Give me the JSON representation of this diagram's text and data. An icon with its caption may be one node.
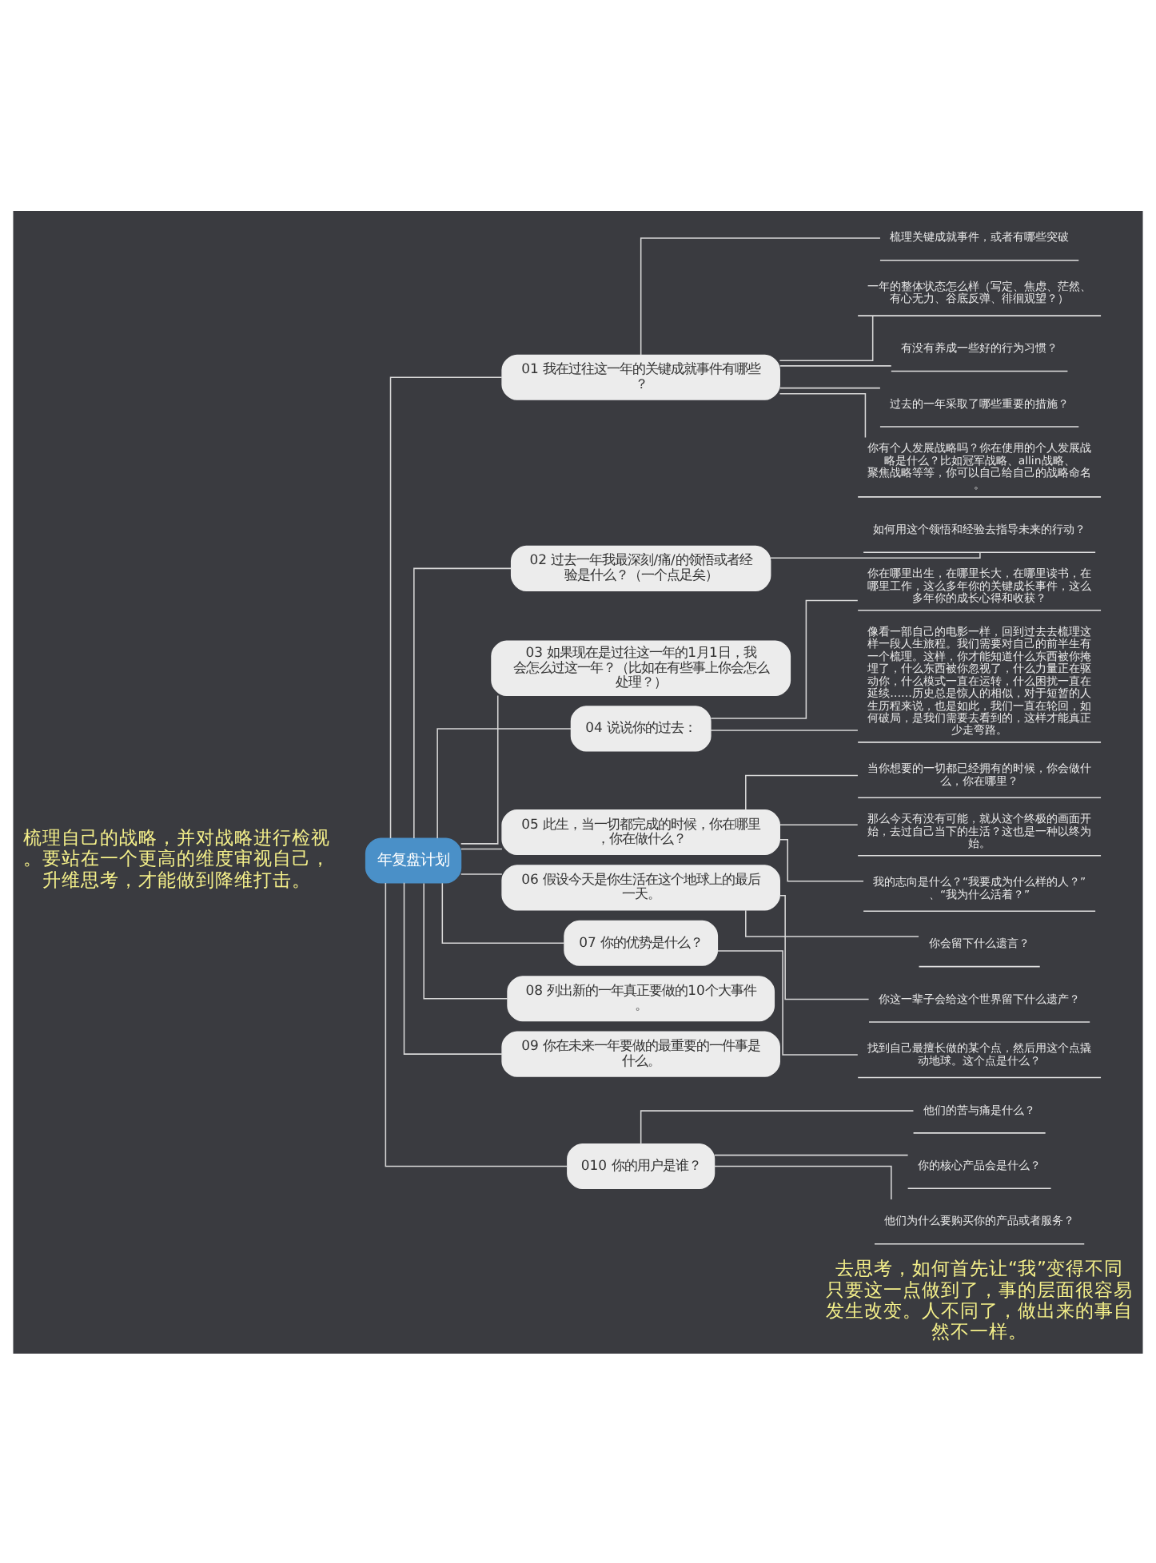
{
  "diagram": {
    "nodes": [
      {
        "text": [
          "年复盘计划"
        ]
      },
      {
        "text": [
          "01 我在过往这一年的关键成就事件有哪些？"
        ]
      },
      {
        "text": [
          "梳理关键成就事件，或者有哪些突破"
        ]
      },
      {
        "text": [
          "一年的整体状态怎么样（写定、焦虑、茫然、有心无力、谷底反弹、徘徊观望？）"
        ]
      },
      {
        "text": [
          "有没有养成一些好的行为习惯？"
        ]
      },
      {
        "text": [
          "过去的一年采取了哪些重要的措施？"
        ]
      },
      {
        "text": [
          "你有个人发展战略吗？你在使用的个人发展战略是什么？比如冠军战略、allin战略、聚焦战略等等，你可以自己给自己的战略命名。"
        ]
      },
      {
        "text": [
          "02 过去一年我最深刻/痛/的领悟或者经验是什么？（一个点足矣）"
        ]
      },
      {
        "text": [
          "如何用这个领悟和经验去指导未来的行动？"
        ]
      },
      {
        "text": [
          "03 如果现在是过往这一年的1月1日，我会怎么过这一年？（比如在有些事上你会怎么处理？）"
        ]
      },
      {
        "text": [
          "04 说说你的过去："
        ]
      },
      {
        "text": [
          "你在哪里出生，在哪里长大，在哪里读书，在哪里工作，这么多年你的关键成长事件，这么多年你的成长心得和收获？"
        ]
      },
      {
        "text": [
          "像看一部自己的电影一样，回到过去去梳理这样一段人生旅程。我们需要对自己的前半生有一个梳理。这样，你才能知道什么东西被你掩埋了，什么东西被你忽视了，什么力量正在驱动你，什么模式一直在运转，什么困扰一直在延续……历史总是惊人的相似，对于短暂的人生历程来说，也是如此，我们一直在轮回，如何破局，是我们需要去看到的，这样才能真正少走弯路。"
        ]
      },
      {
        "text": [
          "05 此生，当一切都完成的时候，你在哪里，你在做什么？"
        ]
      },
      {
        "text": [
          "当你想要的一切都已经拥有的时候，你会做什么，你在哪里？"
        ]
      },
      {
        "text": [
          "那么今天有没有可能，就从这个终极的画面开始，去过自己当下的生活？这也是一种以终为始。"
        ]
      },
      {
        "text": [
          "我的志向是什么？“我要成为什么样的人？”、“我为什么活着？”"
        ]
      },
      {
        "text": [
          "06 假设今天是你生活在这个地球上的最后一天。"
        ]
      },
      {
        "text": [
          "你会留下什么遗言？"
        ]
      },
      {
        "text": [
          "你这一辈子会给这个世界留下什么遗产？"
        ]
      },
      {
        "text": [
          "07 你的优势是什么？"
        ]
      },
      {
        "text": [
          "找到自己最擅长做的某个点，然后用这个点撬动地球。这个点是什么？"
        ]
      },
      {
        "text": [
          "08 列出新的一年真正要做的10个大事件。"
        ]
      },
      {
        "text": [
          "09 你在未来一年要做的最重要的一件事是什么。"
        ]
      },
      {
        "text": [
          "010 你的用户是谁？"
        ]
      },
      {
        "text": [
          "他们的苦与痛是什么？"
        ]
      },
      {
        "text": [
          "你的核心产品会是什么？"
        ]
      },
      {
        "text": [
          "他们为什么要购买你的产品或者服务？"
        ]
      }
    ],
    "edges": [
      {
        "from": 0,
        "to": 1,
        "arrow": "none"
      },
      {
        "from": 1,
        "to": 2,
        "arrow": "none"
      },
      {
        "from": 1,
        "to": 3,
        "arrow": "none"
      },
      {
        "from": 1,
        "to": 4,
        "arrow": "none"
      },
      {
        "from": 1,
        "to": 5,
        "arrow": "none"
      },
      {
        "from": 1,
        "to": 6,
        "arrow": "none"
      },
      {
        "from": 0,
        "to": 7,
        "arrow": "none"
      },
      {
        "from": 7,
        "to": 8,
        "arrow": "none"
      },
      {
        "from": 0,
        "to": 9,
        "arrow": "none"
      },
      {
        "from": 0,
        "to": 10,
        "arrow": "none"
      },
      {
        "from": 10,
        "to": 11,
        "arrow": "none"
      },
      {
        "from": 10,
        "to": 12,
        "arrow": "none"
      },
      {
        "from": 0,
        "to": 13,
        "arrow": "none"
      },
      {
        "from": 13,
        "to": 14,
        "arrow": "none"
      },
      {
        "from": 13,
        "to": 15,
        "arrow": "none"
      },
      {
        "from": 13,
        "to": 16,
        "arrow": "none"
      },
      {
        "from": 0,
        "to": 17,
        "arrow": "none"
      },
      {
        "from": 17,
        "to": 18,
        "arrow": "none"
      },
      {
        "from": 17,
        "to": 19,
        "arrow": "none"
      },
      {
        "from": 0,
        "to": 20,
        "arrow": "none"
      },
      {
        "from": 20,
        "to": 21,
        "arrow": "none"
      },
      {
        "from": 0,
        "to": 22,
        "arrow": "none"
      },
      {
        "from": 0,
        "to": 23,
        "arrow": "none"
      },
      {
        "from": 0,
        "to": 24,
        "arrow": "none"
      },
      {
        "from": 24,
        "to": 25,
        "arrow": "none"
      },
      {
        "from": 24,
        "to": 26,
        "arrow": "none"
      },
      {
        "from": 24,
        "to": 27,
        "arrow": "none"
      }
    ],
    "labels": [
      "梳理自己的战略，并对战略进行检视。要站在一个更高的维度审视自己，升维思考，才能做到降维打击。",
      "去思考，如何首先让“我”变得不同只要这一点做到了，事的层面很容易发生改变。人不同了，做出来的事自然不一样。"
    ]
  }
}
